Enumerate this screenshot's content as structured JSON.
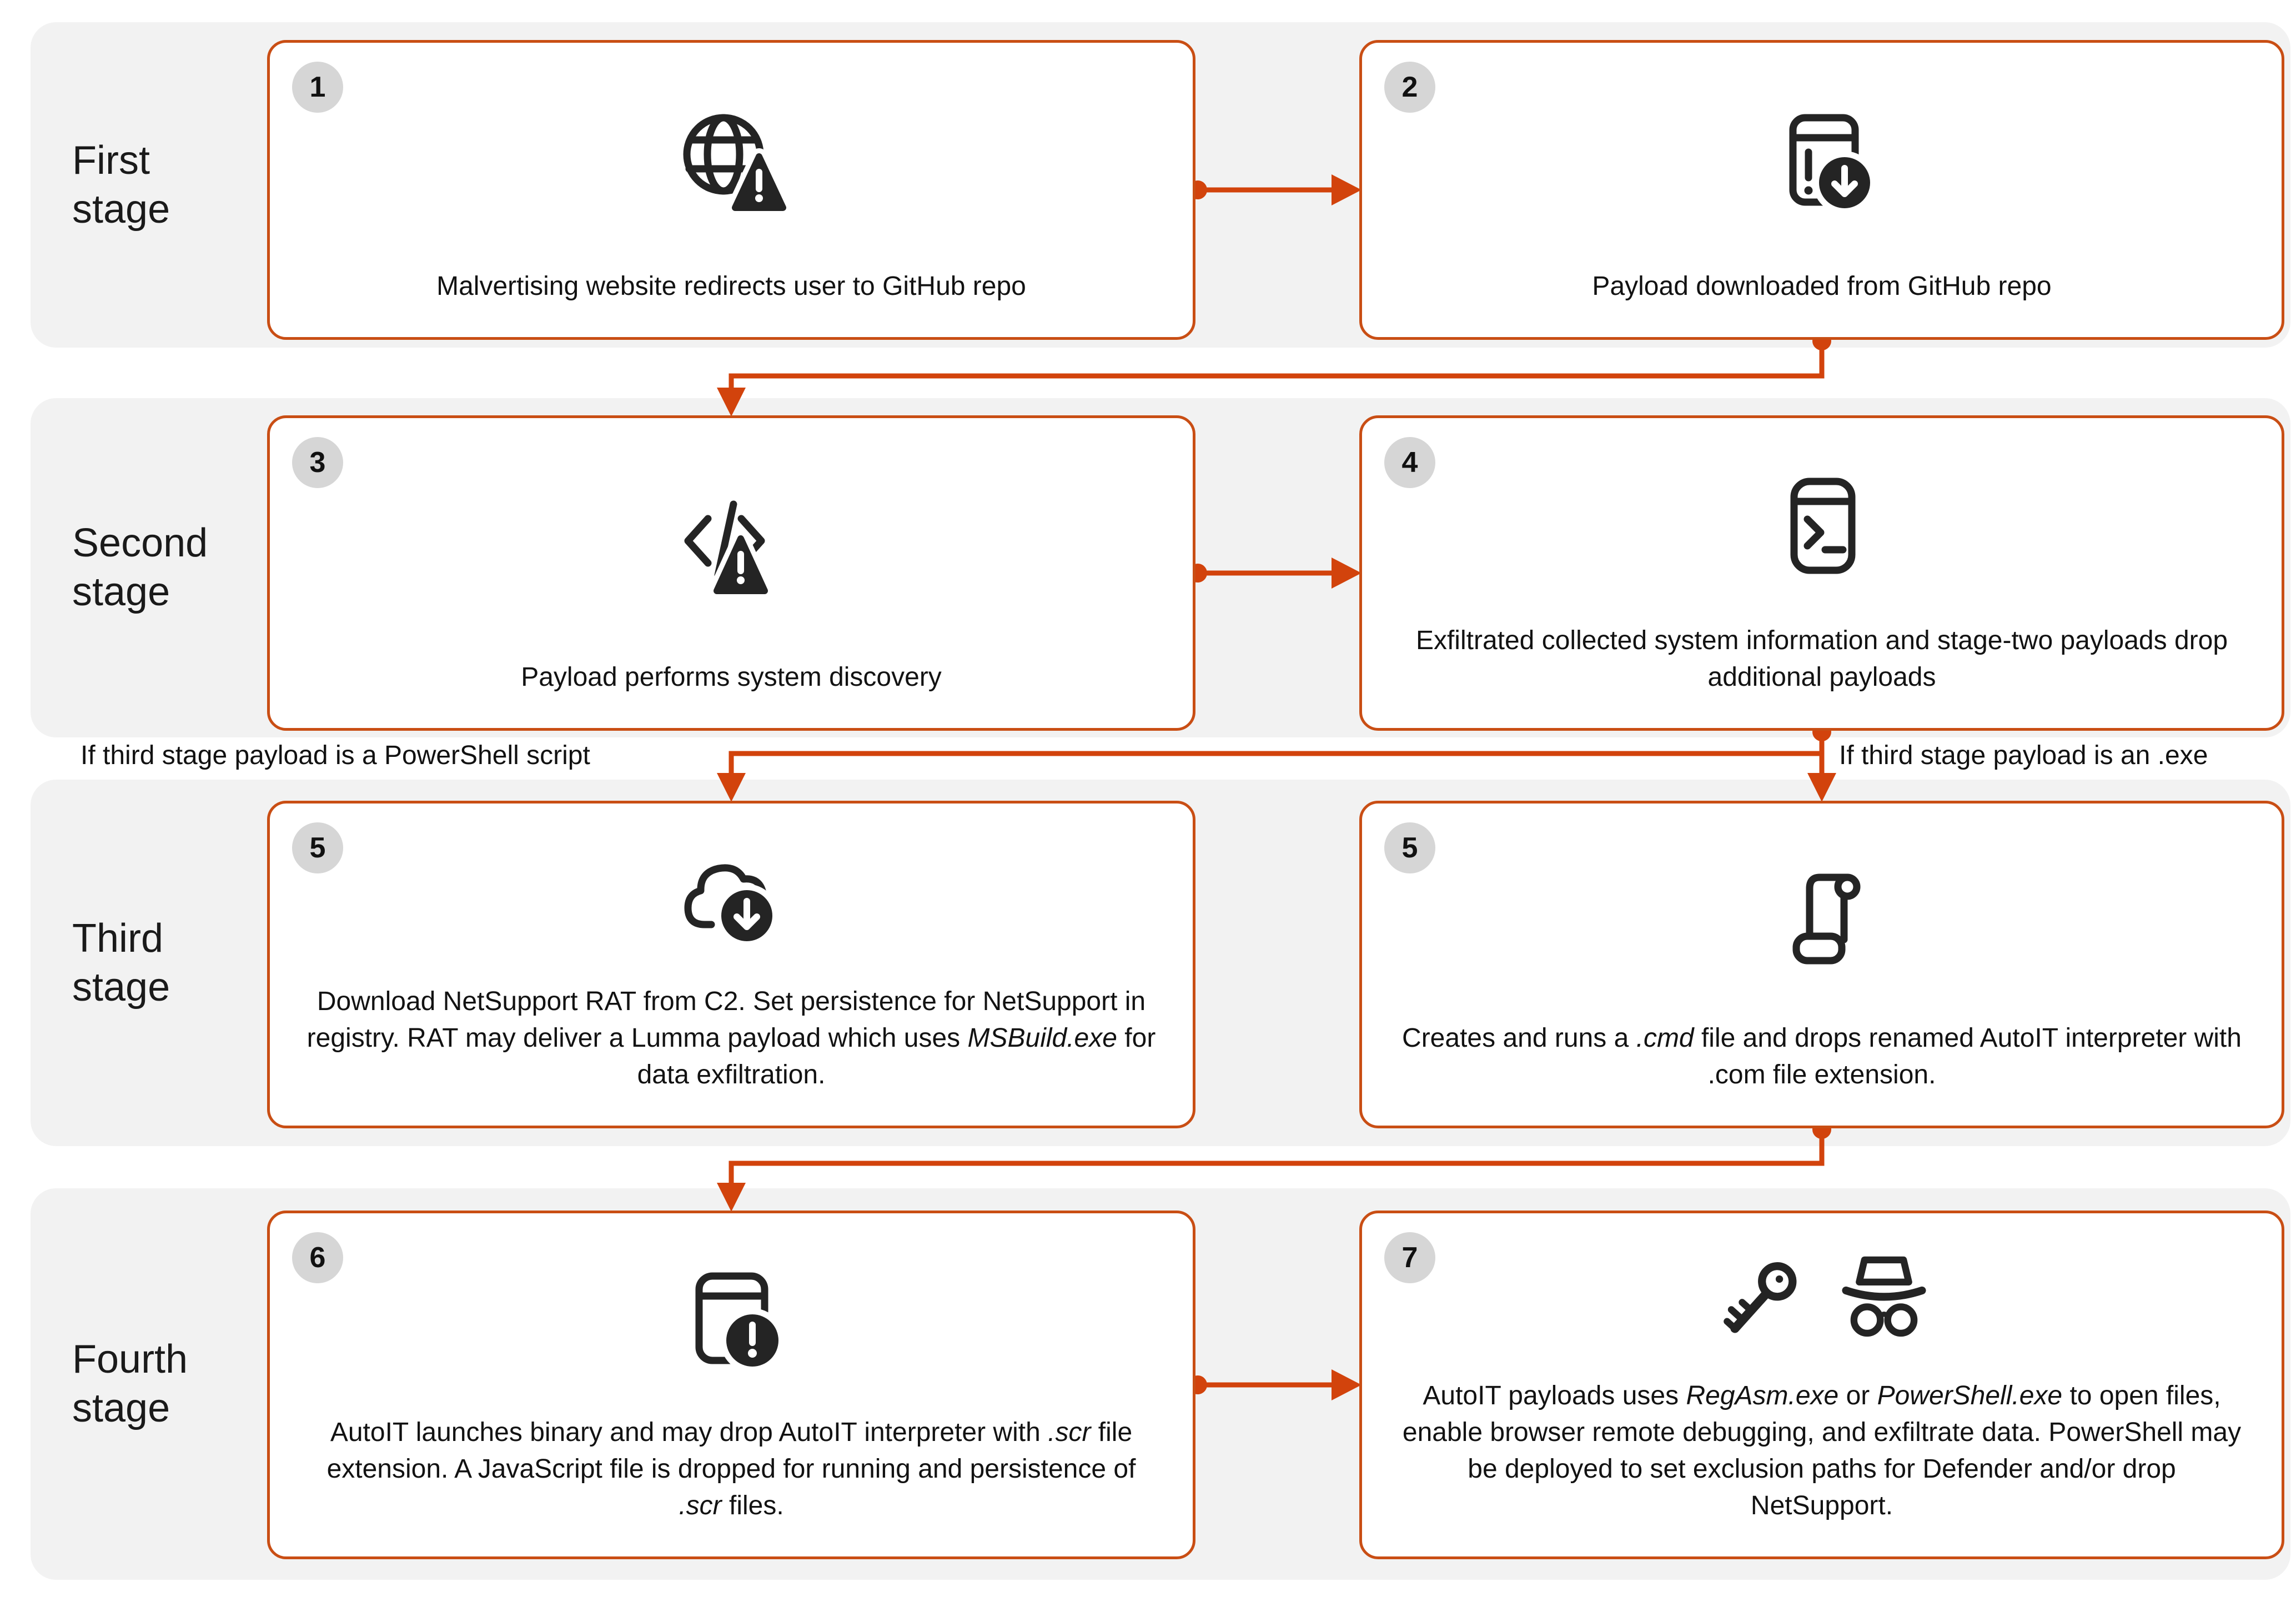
{
  "accent": "#D2430C",
  "box_border": "#C94E14",
  "band_bg": "#F2F2F2",
  "badge_bg": "#D6D6D6",
  "icon_color": "#242424",
  "stages": [
    {
      "label": "First stage"
    },
    {
      "label": "Second stage"
    },
    {
      "label": "Third stage"
    },
    {
      "label": "Fourth stage"
    }
  ],
  "boxes": [
    {
      "number": "1",
      "icon": "globe-warning-icon",
      "text": [
        {
          "t": "Malvertising website redirects user to GitHub repo"
        }
      ]
    },
    {
      "number": "2",
      "icon": "app-window-download-icon",
      "text": [
        {
          "t": "Payload downloaded from GitHub repo"
        }
      ]
    },
    {
      "number": "3",
      "icon": "code-warning-icon",
      "text": [
        {
          "t": "Payload performs system discovery"
        }
      ]
    },
    {
      "number": "4",
      "icon": "terminal-icon",
      "text": [
        {
          "t": "Exfiltrated collected system information and stage-two payloads drop additional payloads"
        }
      ]
    },
    {
      "number": "5",
      "icon": "cloud-download-icon",
      "text": [
        {
          "t": "Download NetSupport RAT from C2. Set persistence for NetSupport in registry. RAT may deliver a Lumma payload which uses "
        },
        {
          "t": "MSBuild.exe",
          "i": true
        },
        {
          "t": " for data exfiltration."
        }
      ]
    },
    {
      "number": "5",
      "icon": "scroll-icon",
      "text": [
        {
          "t": "Creates and runs a "
        },
        {
          "t": ".cmd",
          "i": true
        },
        {
          "t": " file and drops renamed AutoIT interpreter with .com file extension."
        }
      ]
    },
    {
      "number": "6",
      "icon": "app-window-alert-icon",
      "text": [
        {
          "t": "AutoIT launches binary and may drop AutoIT interpreter with "
        },
        {
          "t": ".scr",
          "i": true
        },
        {
          "t": " file extension. A JavaScript file is dropped for running and persistence of "
        },
        {
          "t": ".scr",
          "i": true
        },
        {
          "t": " files."
        }
      ]
    },
    {
      "number": "7",
      "icon": "key-and-spy-icon",
      "text": [
        {
          "t": "AutoIT payloads uses "
        },
        {
          "t": "RegAsm.exe",
          "i": true
        },
        {
          "t": " or "
        },
        {
          "t": "PowerShell.exe",
          "i": true
        },
        {
          "t": " to open files, enable browser remote debugging, and exfiltrate data. PowerShell may be deployed to set exclusion paths for Defender and/or drop NetSupport."
        }
      ]
    }
  ],
  "conditions": [
    {
      "label": "If third stage payload is a PowerShell script"
    },
    {
      "label": "If third stage payload is an .exe"
    }
  ]
}
